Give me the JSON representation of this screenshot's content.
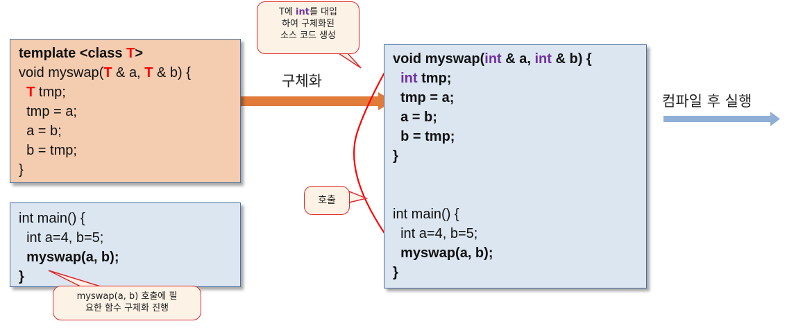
{
  "template_box": {
    "bg": "#f4ccb0",
    "lines": [
      [
        {
          "t": "template <class ",
          "s": "bold"
        },
        {
          "t": "T",
          "s": "red"
        },
        {
          "t": ">",
          "s": "bold"
        }
      ],
      [
        {
          "t": "void myswap("
        },
        {
          "t": "T",
          "s": "red"
        },
        {
          "t": " & a, "
        },
        {
          "t": "T",
          "s": "red"
        },
        {
          "t": " & b) {"
        }
      ],
      [
        {
          "t": "  "
        },
        {
          "t": "T",
          "s": "red"
        },
        {
          "t": " tmp;"
        }
      ],
      [
        {
          "t": "  tmp = a;"
        }
      ],
      [
        {
          "t": "  a = b;"
        }
      ],
      [
        {
          "t": "  b = tmp;"
        }
      ],
      [
        {
          "t": "}"
        }
      ]
    ]
  },
  "main_box": {
    "bg": "#dbe6f1",
    "lines": [
      [
        {
          "t": "int main() {"
        }
      ],
      [
        {
          "t": "  int a=4, b=5;"
        }
      ],
      [
        {
          "t": "  myswap(a, b);",
          "s": "bold"
        }
      ],
      [
        {
          "t": "}",
          "s": "bold"
        }
      ]
    ]
  },
  "result_box": {
    "bg": "#dbe6f1",
    "lines": [
      [
        {
          "t": "void myswap(",
          "s": "bold"
        },
        {
          "t": "int",
          "s": "purple"
        },
        {
          "t": " & a, ",
          "s": "bold"
        },
        {
          "t": "int",
          "s": "purple"
        },
        {
          "t": " & b) {",
          "s": "bold"
        }
      ],
      [
        {
          "t": "  "
        },
        {
          "t": "int",
          "s": "purple"
        },
        {
          "t": " tmp;",
          "s": "bold"
        }
      ],
      [
        {
          "t": "  tmp = a;",
          "s": "bold"
        }
      ],
      [
        {
          "t": "  a = b;",
          "s": "bold"
        }
      ],
      [
        {
          "t": "  b = tmp;",
          "s": "bold"
        }
      ],
      [
        {
          "t": "}",
          "s": "bold"
        }
      ],
      [
        {
          "t": ""
        }
      ],
      [
        {
          "t": ""
        }
      ],
      [
        {
          "t": "int main() {"
        }
      ],
      [
        {
          "t": "  int a=4, b=5;"
        }
      ],
      [
        {
          "t": "  myswap(a, b);",
          "s": "bold"
        }
      ],
      [
        {
          "t": "}",
          "s": "bold"
        }
      ]
    ]
  },
  "callout_top": {
    "pre": "T에 ",
    "keyword": "int",
    "post": "를 대입",
    "line2": "하여 구체화된",
    "line3": "소스 코드 생성"
  },
  "callout_call": {
    "text": "호출"
  },
  "callout_bottom": {
    "line1": "myswap(a, b) 호출에 필",
    "line2": "요한 함수 구체화 진행"
  },
  "label_instantiate": "구체화",
  "label_compile": "컴파일 후 실행",
  "colors": {
    "orange_arrow": "#e07b39",
    "blue_arrow": "#8fafd6",
    "red_curve": "#ff0000",
    "box_border": "#4a6f9f",
    "callout_border": "#e0262a",
    "callout_fill": "#fdf2e6"
  }
}
